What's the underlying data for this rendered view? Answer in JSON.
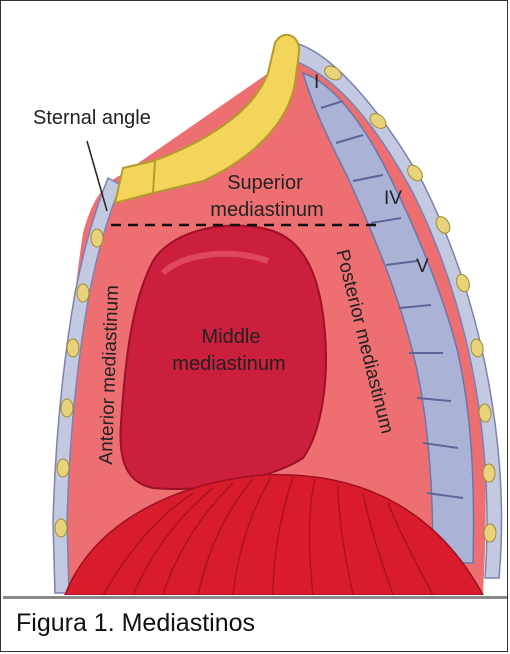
{
  "figure": {
    "labels": {
      "sternal_angle": "Sternal angle",
      "superior_1": "Superior",
      "superior_2": "mediastinum",
      "middle_1": "Middle",
      "middle_2": "mediastinum",
      "anterior": "Anterior mediastinum",
      "posterior": "Posterior mediastinum",
      "vertebra_1": "I",
      "vertebra_4": "IV",
      "vertebra_5": "V"
    },
    "colors": {
      "cavity": "#ee6f72",
      "heart": "#cc1f3d",
      "diaphragm": "#d81c2c",
      "sternum": "#f2d55a",
      "ribs": "#b9c0dc",
      "rib_marrow": "#e8d27a"
    }
  },
  "caption": {
    "text": "Figura 1. Mediastinos"
  }
}
